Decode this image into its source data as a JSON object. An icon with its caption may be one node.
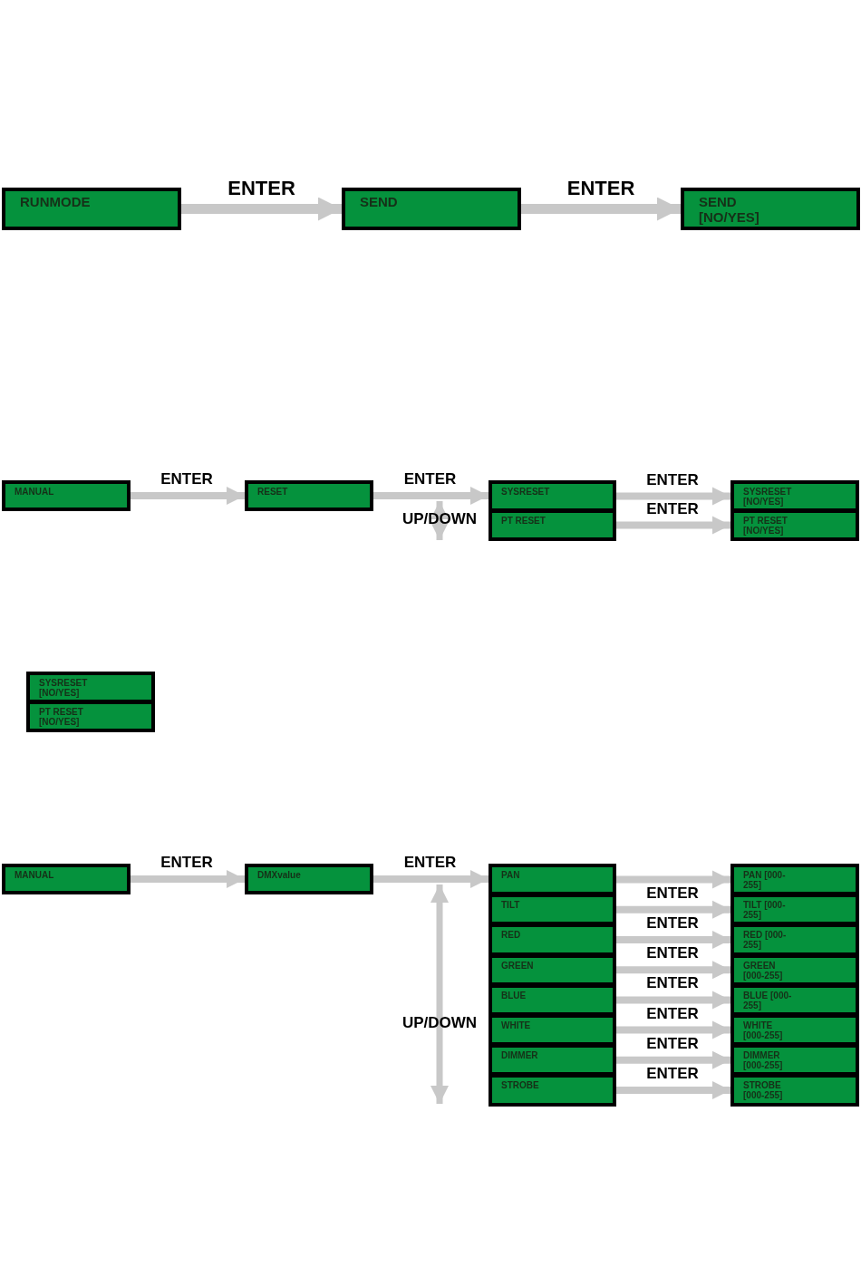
{
  "diagram": {
    "nodes": [
      {
        "text": [
          "RUNMODE"
        ]
      },
      {
        "text": [
          "SEND"
        ]
      },
      {
        "text": [
          "SEND [NO/YES]"
        ]
      },
      {
        "text": [
          "MANUAL"
        ]
      },
      {
        "text": [
          "RESET"
        ]
      },
      {
        "text": [
          "SYSRESET"
        ]
      },
      {
        "text": [
          "PT RESET"
        ]
      },
      {
        "text": [
          "SYSRESET [NO/YES]"
        ]
      },
      {
        "text": [
          "PT RESET [NO/YES]"
        ]
      },
      {
        "text": [
          "SYSRESET [NO/YES]"
        ]
      },
      {
        "text": [
          "PT RESET [NO/YES]"
        ]
      },
      {
        "text": [
          "MANUAL"
        ]
      },
      {
        "text": [
          "DMXvalue"
        ]
      },
      {
        "text": [
          "PAN"
        ]
      },
      {
        "text": [
          "TILT"
        ]
      },
      {
        "text": [
          "RED"
        ]
      },
      {
        "text": [
          "GREEN"
        ]
      },
      {
        "text": [
          "BLUE"
        ]
      },
      {
        "text": [
          "WHITE"
        ]
      },
      {
        "text": [
          "DIMMER"
        ]
      },
      {
        "text": [
          "STROBE"
        ]
      },
      {
        "text": [
          "PAN [000-255]"
        ]
      },
      {
        "text": [
          "TILT [000-255]"
        ]
      },
      {
        "text": [
          "RED [000-255]"
        ]
      },
      {
        "text": [
          "GREEN [000-255]"
        ]
      },
      {
        "text": [
          "BLUE [000-255]"
        ]
      },
      {
        "text": [
          "WHITE [000-255]"
        ]
      },
      {
        "text": [
          "DIMMER [000-255]"
        ]
      },
      {
        "text": [
          "STROBE [000-255]"
        ]
      }
    ],
    "edges": [
      {
        "from": 0,
        "to": 1,
        "arrow": "to",
        "label": "ENTER"
      },
      {
        "from": 1,
        "to": 2,
        "arrow": "to",
        "label": "ENTER"
      },
      {
        "from": 3,
        "to": 4,
        "arrow": "to",
        "label": "ENTER"
      },
      {
        "from": 4,
        "to": 5,
        "arrow": "to",
        "label": "ENTER"
      },
      {
        "from": 5,
        "to": 7,
        "arrow": "to",
        "label": "ENTER"
      },
      {
        "from": 6,
        "to": 8,
        "arrow": "to",
        "label": "ENTER"
      },
      {
        "from": 11,
        "to": 12,
        "arrow": "to",
        "label": "ENTER"
      },
      {
        "from": 12,
        "to": 13,
        "arrow": "to",
        "label": "ENTER"
      },
      {
        "from": 13,
        "to": 21,
        "arrow": "to"
      },
      {
        "from": 14,
        "to": 22,
        "arrow": "to",
        "label": "ENTER"
      },
      {
        "from": 15,
        "to": 23,
        "arrow": "to",
        "label": "ENTER"
      },
      {
        "from": 16,
        "to": 24,
        "arrow": "to",
        "label": "ENTER"
      },
      {
        "from": 17,
        "to": 25,
        "arrow": "to",
        "label": "ENTER"
      },
      {
        "from": 18,
        "to": 26,
        "arrow": "to",
        "label": "ENTER"
      },
      {
        "from": 19,
        "to": 27,
        "arrow": "to",
        "label": "ENTER"
      },
      {
        "from": 20,
        "to": 28,
        "arrow": "to",
        "label": "ENTER"
      }
    ],
    "labels": [
      "UP/DOWN",
      "UP/DOWN"
    ]
  }
}
